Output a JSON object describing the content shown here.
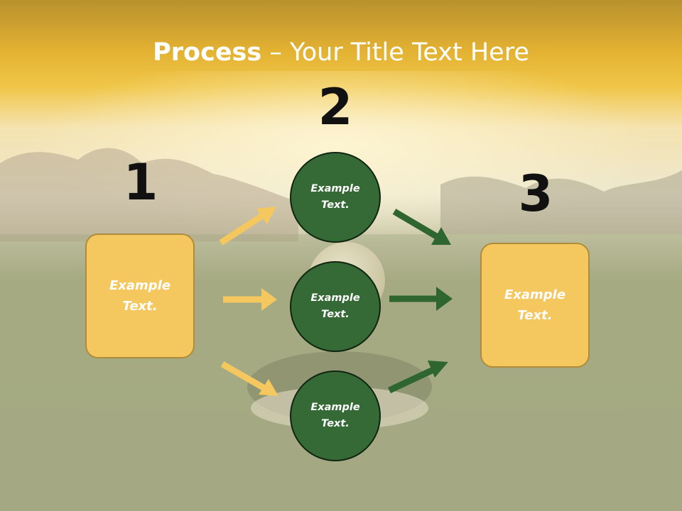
{
  "title": {
    "bold": "Process",
    "rest": " – Your Title Text Here"
  },
  "steps": [
    {
      "number": "1",
      "label": "Example\nText."
    },
    {
      "number": "2",
      "label": "Example\nText."
    },
    {
      "number": "3",
      "label": "Example\nText."
    }
  ],
  "middle_nodes": [
    {
      "label": "Example\nText."
    },
    {
      "label": "Example\nText."
    },
    {
      "label": "Example\nText."
    }
  ],
  "colors": {
    "box_fill": "#f5c85f",
    "circle_fill": "#356a36",
    "yellow_arrow": "#f5c85f",
    "green_arrow": "#2f6630"
  }
}
